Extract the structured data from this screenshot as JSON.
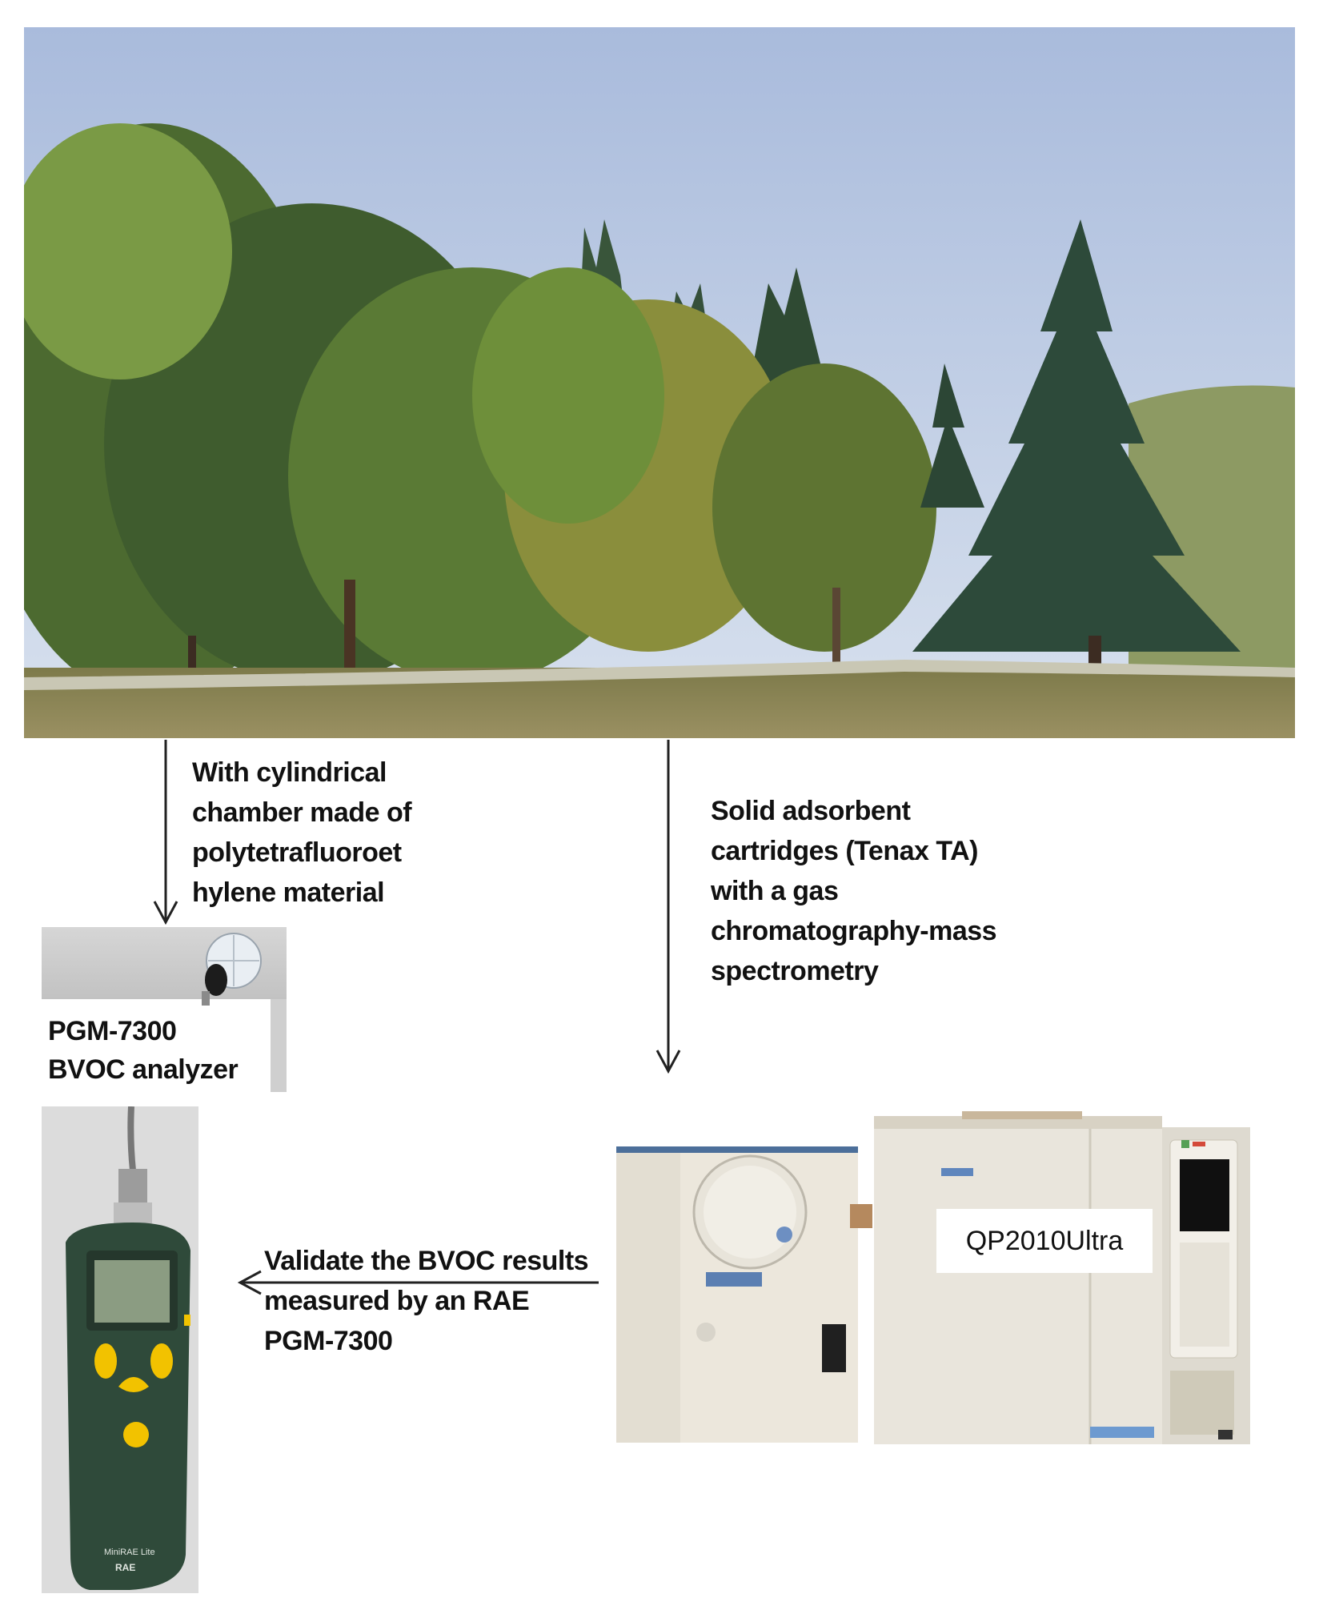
{
  "panels": {
    "field_photo": {
      "scene": "forest-park-scene"
    },
    "chamber_inset": {
      "label_lines": [
        "PGM-7300",
        "BVOC analyzer"
      ]
    },
    "handheld_device": {
      "brand_text": "MiniRAE Lite",
      "logo_text": "RAE"
    },
    "gcms_instrument": {
      "label": "QP2010Ultra"
    }
  },
  "annotations": {
    "chamber_note": [
      "With cylindrical",
      "chamber made of",
      "polytetrafluoroet",
      "hylene material"
    ],
    "cartridge_note": [
      "Solid adsorbent",
      "cartridges (Tenax TA)",
      "with a gas",
      "chromatography-mass",
      "spectrometry"
    ],
    "validate_note": [
      "Validate the BVOC results",
      "measured  by an RAE",
      "PGM-7300"
    ]
  },
  "colors": {
    "sky": "#b9c9e3",
    "foliage_dark": "#2f4a2a",
    "foliage_light": "#6f8f3a",
    "grass": "#8c8a55",
    "device_green": "#2f4a3a",
    "device_yellow": "#f2c200",
    "instrument_beige": "#ece7dc",
    "arrow": "#222222"
  }
}
